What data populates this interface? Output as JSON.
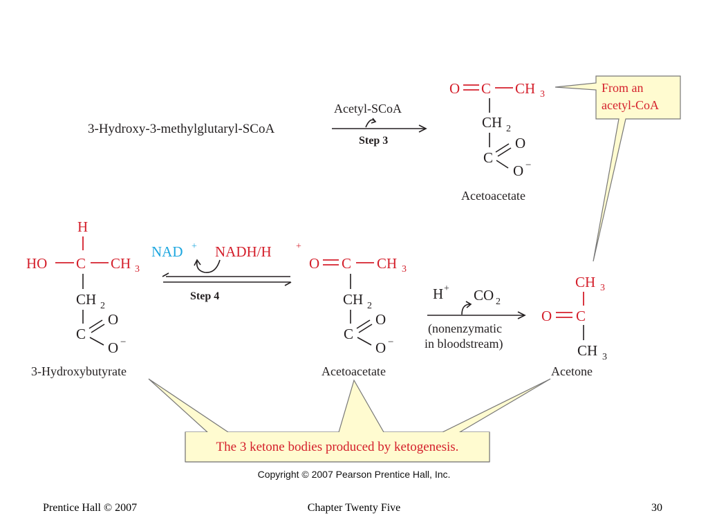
{
  "step3": {
    "reactant": "3-Hydroxy-3-methylglutaryl-SCoA",
    "cofactor": "Acetyl-SCoA",
    "step_label": "Step 3"
  },
  "top_acetoacetate": {
    "row1": [
      "O",
      "C",
      "CH",
      "3"
    ],
    "ch2": [
      "CH",
      "2"
    ],
    "carboxyl_c": "C",
    "carbonyl_o": "O",
    "oxide": [
      "O",
      "−"
    ],
    "name": "Acetoacetate"
  },
  "callout_top": {
    "line1": "From an",
    "line2": "acetyl-CoA"
  },
  "hydroxybutyrate": {
    "h": "H",
    "row": [
      "HO",
      "C",
      "CH",
      "3"
    ],
    "ch2": [
      "CH",
      "2"
    ],
    "carboxyl_c": "C",
    "carbonyl_o": "O",
    "oxide": [
      "O",
      "−"
    ],
    "name": "3-Hydroxybutyrate"
  },
  "step4": {
    "nad": "NAD",
    "nad_sup": "+",
    "nadh": "NADH/H",
    "nadh_sup": "+",
    "step_label": "Step 4"
  },
  "mid_acetoacetate": {
    "row1": [
      "O",
      "C",
      "CH",
      "3"
    ],
    "ch2": [
      "CH",
      "2"
    ],
    "carboxyl_c": "C",
    "carbonyl_o": "O",
    "oxide": [
      "O",
      "−"
    ],
    "name": "Acetoacetate"
  },
  "decarboxylation": {
    "h": "H",
    "h_sup": "+",
    "co2": [
      "CO",
      "2"
    ],
    "note1": "(nonenzymatic",
    "note2": "in bloodstream)"
  },
  "acetone": {
    "ch3_top": [
      "CH",
      "3"
    ],
    "o": "O",
    "c": "C",
    "ch3_bottom": [
      "CH",
      "3"
    ],
    "name": "Acetone"
  },
  "callout_bottom": {
    "text": "The 3 ketone bodies produced by ketogenesis."
  },
  "copyright": "Copyright © 2007 Pearson Prentice Hall, Inc.",
  "footer": {
    "left": "Prentice Hall © 2007",
    "center": "Chapter Twenty Five",
    "right": "30"
  },
  "colors": {
    "red": "#d41f2b",
    "cyan": "#1ea7df",
    "callout_fill": "#fffbd0",
    "ink": "#231f20"
  }
}
